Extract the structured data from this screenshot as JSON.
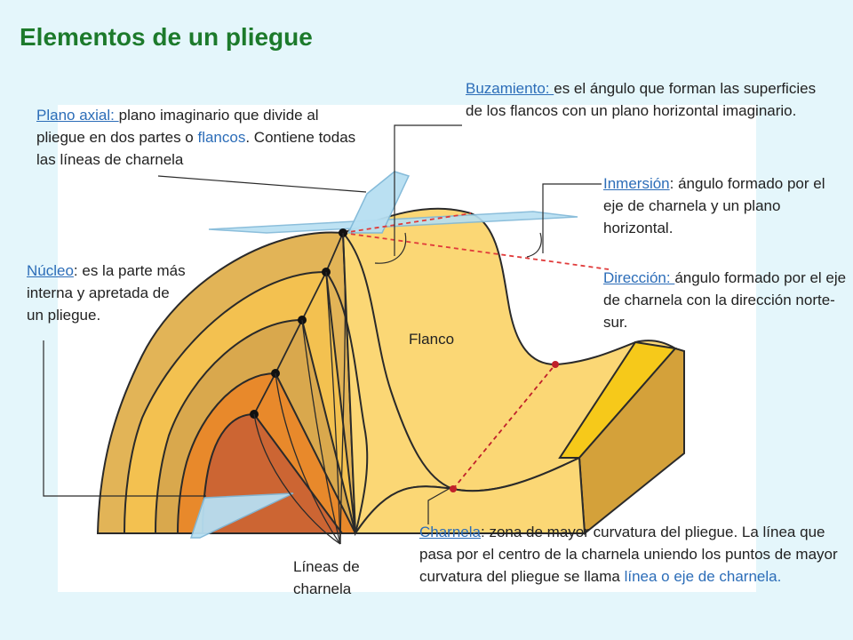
{
  "title": "Elementos de un pliegue",
  "labels": {
    "plano_axial": {
      "term": "Plano axial: ",
      "def_1": "plano imaginario que divide al pliegue en dos partes o ",
      "def_link": "flancos",
      "def_2": ". Contiene todas las líneas de charnela"
    },
    "buzamiento": {
      "term": "Buzamiento: ",
      "def": "es el ángulo que forman las superficies de los flancos con un plano horizontal imaginario."
    },
    "inmersion": {
      "term": "Inmersión",
      "def": ": ángulo formado por el eje de charnela y un plano horizontal."
    },
    "direccion": {
      "term": "Dirección: ",
      "def": "ángulo formado por el eje de charnela con la dirección norte-sur."
    },
    "nucleo": {
      "term": "Núcleo",
      "def": ": es la parte más interna y apretada de un pliegue."
    },
    "flanco": "Flanco",
    "lineas_charnela": "Líneas de charnela",
    "charnela": {
      "term": "Charnela",
      "def_1": ": zona de mayor curvatura del pliegue. La línea que pasa por el centro de la charnela uniendo los puntos de mayor curvatura del pliegue se llama ",
      "def_link": "línea o eje de charnela."
    }
  },
  "colors": {
    "title": "#1c7a2b",
    "term": "#2c6db8",
    "background": "#e4f6fb",
    "plane": "#b7dff2",
    "layer_outer": "#e2b457",
    "layer_2": "#f3c150",
    "layer_3": "#d9a84d",
    "layer_4": "#e8892b",
    "layer_core": "#cc6533",
    "surface": "#fbd775",
    "side_dark": "#d4a13a",
    "side_stripe": "#f6c91a",
    "axis_line": "#e03a3a"
  }
}
